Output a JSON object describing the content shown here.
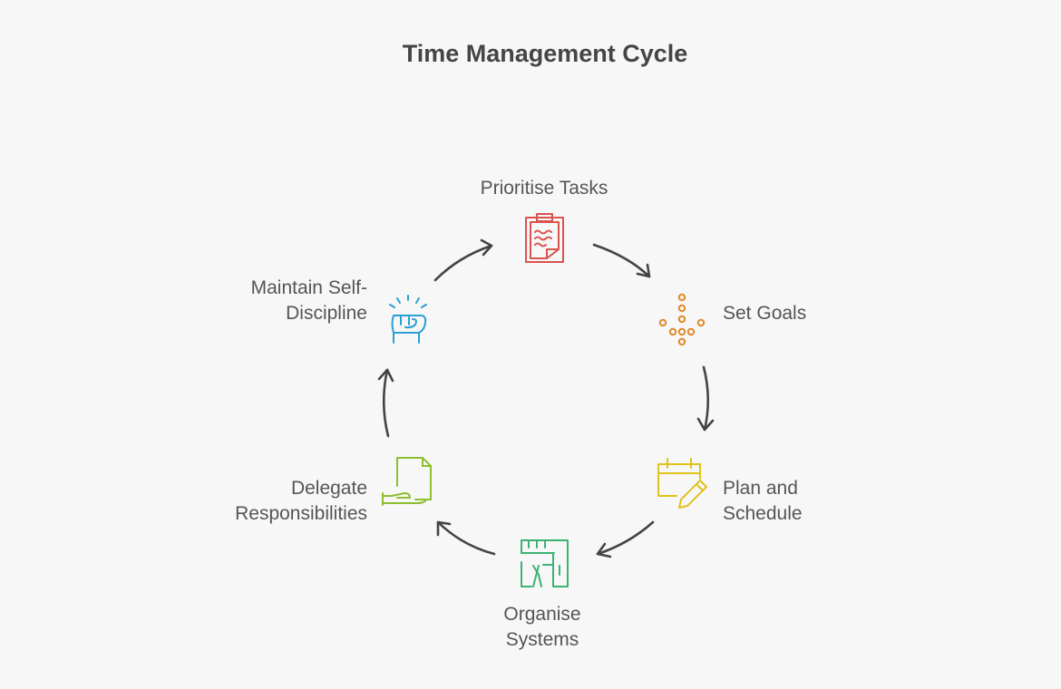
{
  "title": "Time Management Cycle",
  "steps": [
    {
      "lines": [
        "Prioritise Tasks"
      ],
      "icon": "clipboard-icon",
      "color": "#d9534f"
    },
    {
      "lines": [
        "Set Goals"
      ],
      "icon": "dots-arrow-down-icon",
      "color": "#e08a2a"
    },
    {
      "lines": [
        "Plan and",
        "Schedule"
      ],
      "icon": "calendar-pencil-icon",
      "color": "#e0c21b"
    },
    {
      "lines": [
        "Organise",
        "Systems"
      ],
      "icon": "floor-plan-icon",
      "color": "#3bb273"
    },
    {
      "lines": [
        "Delegate",
        "Responsibilities"
      ],
      "icon": "hand-document-icon",
      "color": "#8dbf2f"
    },
    {
      "lines": [
        "Maintain Self-",
        "Discipline"
      ],
      "icon": "fist-icon",
      "color": "#2a9fd6"
    }
  ],
  "arrow_color": "#444444"
}
